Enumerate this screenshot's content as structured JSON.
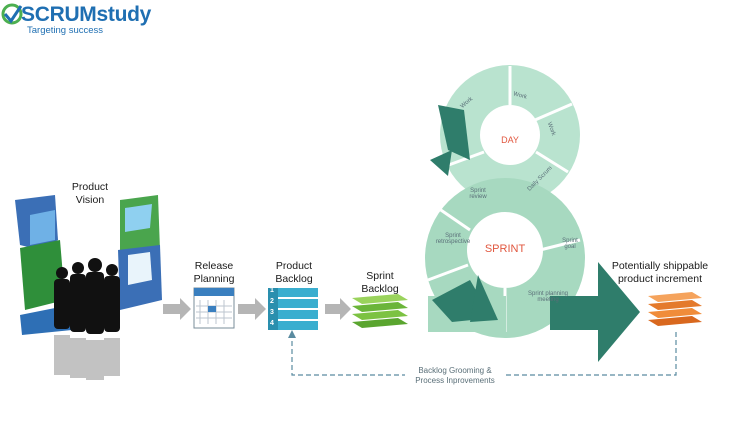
{
  "brand": {
    "name": "SCRUMstudy",
    "tagline": "Targeting success",
    "colors": {
      "primary": "#1f6fb2",
      "accent": "#4caf50"
    }
  },
  "flow": {
    "product_vision": "Product\nVision",
    "release_planning": "Release\nPlanning",
    "product_backlog": "Product\nBacklog",
    "product_backlog_rows": [
      "1",
      "2",
      "3",
      "4"
    ],
    "sprint_backlog": "Sprint\nBacklog",
    "increment": "Potentially shippable\nproduct increment",
    "grooming": "Backlog Grooming &\nProcess Inprovements"
  },
  "day_cycle": {
    "center": "DAY",
    "segments": [
      "Work",
      "Work",
      "Work",
      "Daily Scrum"
    ]
  },
  "sprint_cycle": {
    "center": "SPRINT",
    "segments": [
      "Sprint\nreview",
      "Sprint\nretrospective",
      "Sprint planning\nmeeting",
      "Sprint\ngoal"
    ]
  },
  "colors": {
    "ring_light": "#b9e3cf",
    "ring_mid": "#a7d9c0",
    "arrow_dark": "#2f7d6b",
    "sprint_label": "#e1573f",
    "stack_green": "#7cc242",
    "stack_orange": "#f08c3a",
    "backlog_blue": "#3aaecf",
    "gray_arrow": "#b5b5b5"
  }
}
